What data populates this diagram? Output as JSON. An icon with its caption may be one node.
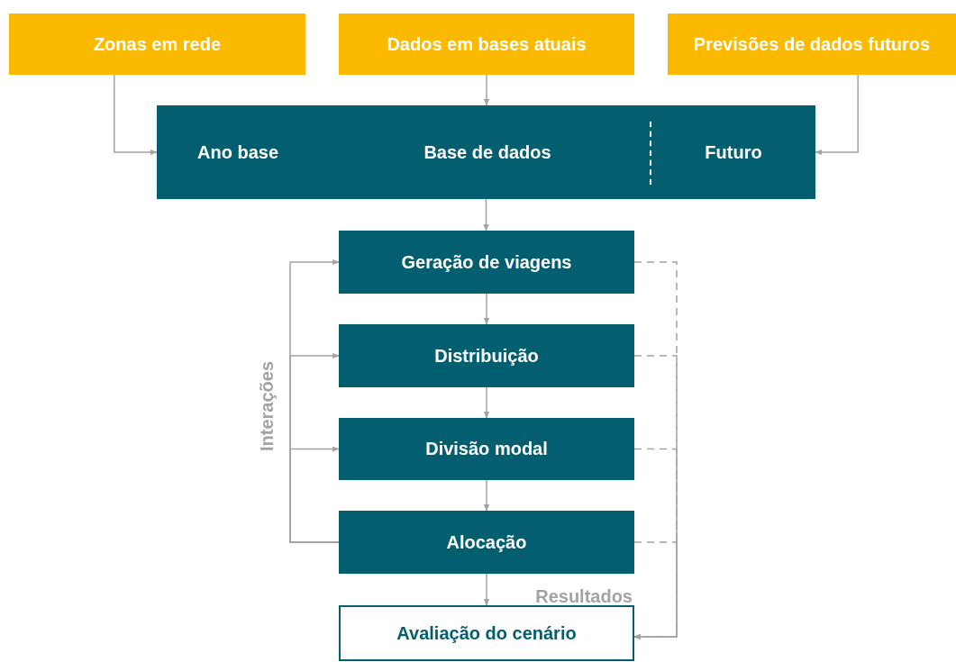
{
  "diagram": {
    "nodes": [
      {
        "text": [
          "Zonas em rede"
        ]
      },
      {
        "text": [
          "Dados em bases atuais"
        ]
      },
      {
        "text": [
          "Previsões de dados futuros"
        ]
      },
      {
        "text": [
          "Ano base",
          "Base de dados",
          "Futuro"
        ]
      },
      {
        "text": [
          "Geração de viagens"
        ]
      },
      {
        "text": [
          "Distribuição"
        ]
      },
      {
        "text": [
          "Divisão modal"
        ]
      },
      {
        "text": [
          "Alocação"
        ]
      },
      {
        "text": [
          "Avaliação do cenário"
        ],
        "beside": [
          "Resultados"
        ]
      }
    ],
    "edges": [
      {
        "from": 0,
        "to": 3,
        "arrow": "to"
      },
      {
        "from": 1,
        "to": 3,
        "arrow": "to"
      },
      {
        "from": 2,
        "to": 3,
        "arrow": "to"
      },
      {
        "from": 3,
        "to": 4,
        "arrow": "to"
      },
      {
        "from": 4,
        "to": 5,
        "arrow": "to"
      },
      {
        "from": 5,
        "to": 6,
        "arrow": "to"
      },
      {
        "from": 6,
        "to": 7,
        "arrow": "to"
      },
      {
        "from": 7,
        "to": 8,
        "arrow": "to"
      },
      {
        "from": 7,
        "to": 4,
        "arrow": "to"
      },
      {
        "from": 7,
        "to": 5,
        "arrow": "to"
      },
      {
        "from": 7,
        "to": 6,
        "arrow": "to"
      },
      {
        "from": 4,
        "to": 8,
        "arrow": "to",
        "style": "dashed"
      },
      {
        "from": 5,
        "to": 8,
        "arrow": "to",
        "style": "dashed"
      },
      {
        "from": 6,
        "to": 8,
        "arrow": "to",
        "style": "dashed"
      },
      {
        "from": 7,
        "to": 8,
        "arrow": "to",
        "style": "dashed"
      }
    ],
    "labels": [
      "Interações"
    ]
  }
}
